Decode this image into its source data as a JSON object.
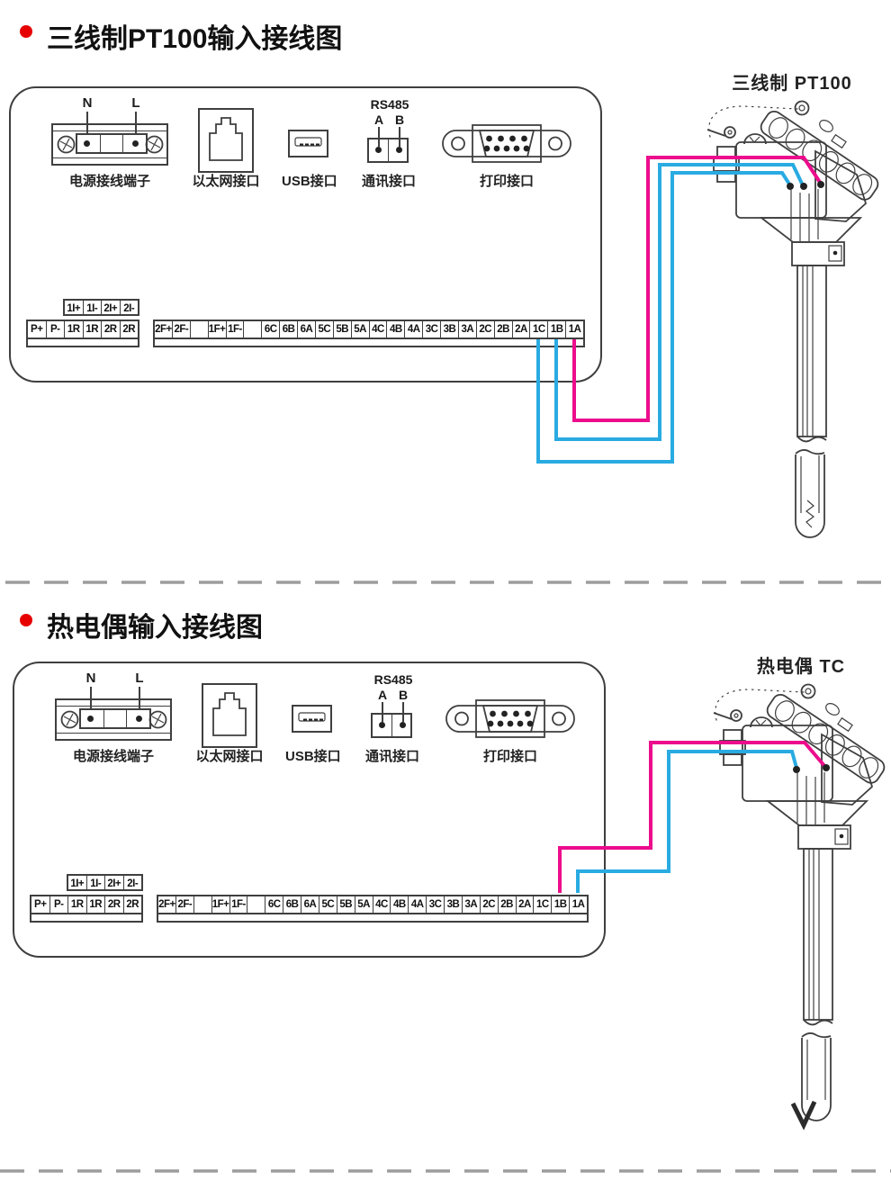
{
  "section1": {
    "title": "三线制PT100输入接线图",
    "sensor_label": "三线制 PT100"
  },
  "section2": {
    "title": "热电偶输入接线图",
    "sensor_label": "热电偶 TC"
  },
  "panel": {
    "power": {
      "n": "N",
      "l": "L",
      "label": "电源接线端子"
    },
    "ethernet": {
      "label": "以太网接口"
    },
    "usb": {
      "label": "USB接口"
    },
    "comm": {
      "title": "RS485",
      "a": "A",
      "b": "B",
      "label": "通讯接口"
    },
    "printer": {
      "label": "打印接口"
    },
    "strips": {
      "small": [
        "1I+",
        "1I-",
        "2I+",
        "2I-"
      ],
      "left": [
        "P+",
        "P-",
        "1R",
        "1R",
        "2R",
        "2R"
      ],
      "right": [
        "2F+",
        "2F-",
        "",
        "1F+",
        "1F-",
        "",
        "6C",
        "6B",
        "6A",
        "5C",
        "5B",
        "5A",
        "4C",
        "4B",
        "4A",
        "3C",
        "3B",
        "3A",
        "2C",
        "2B",
        "2A",
        "1C",
        "1B",
        "1A"
      ]
    }
  },
  "colors": {
    "wire_pink": "#ec0c8c",
    "wire_blue": "#29abe2",
    "line": "#3f3f3f",
    "bullet": "#e60000",
    "divider": "#9d9d9d"
  }
}
